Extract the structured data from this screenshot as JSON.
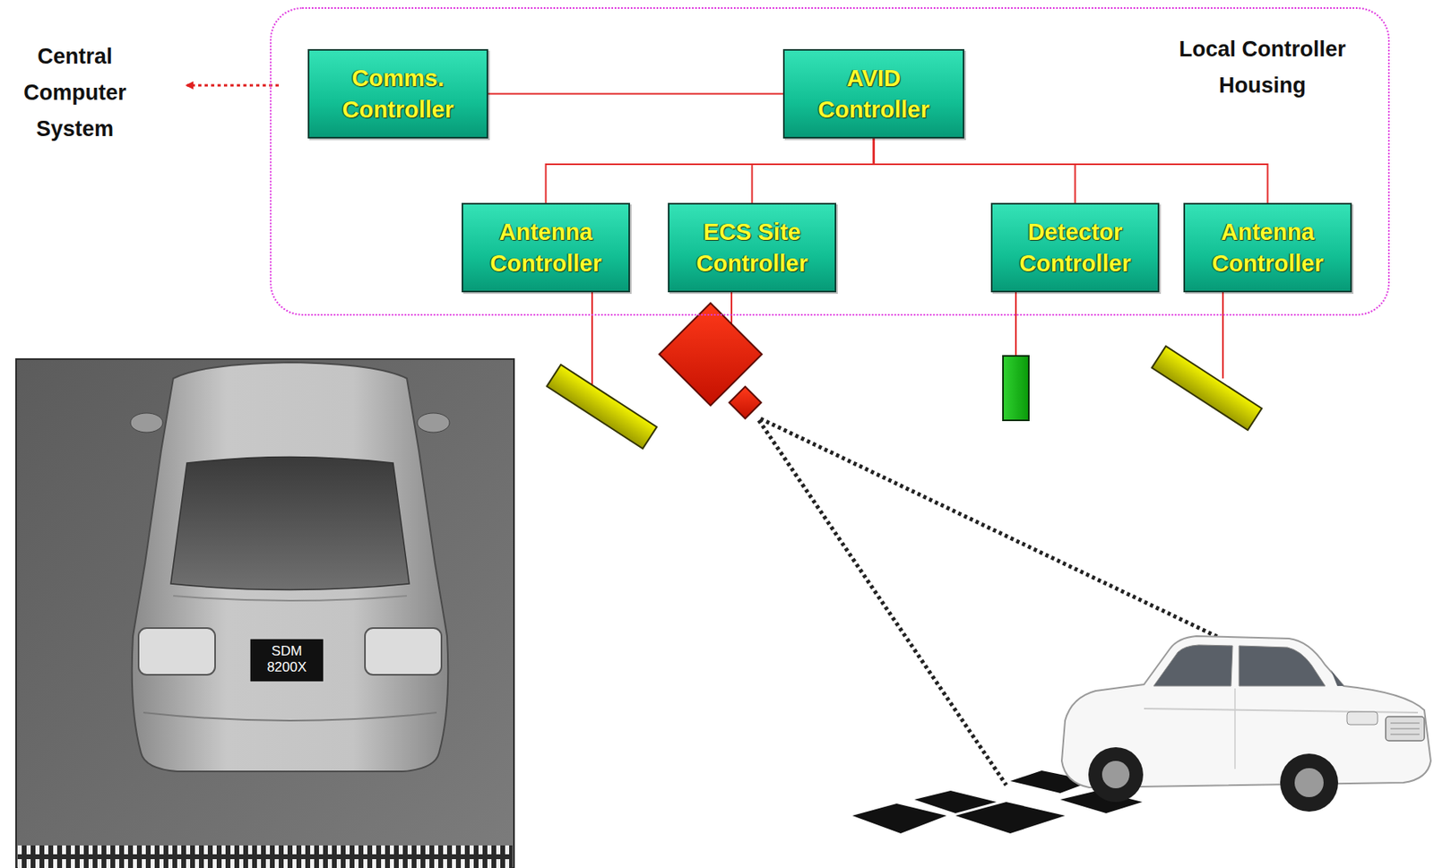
{
  "diagram": {
    "nodes": [
      {
        "text": [
          "Local Controller Housing"
        ]
      },
      {
        "text": [
          "Comms. Controller"
        ],
        "in": 0
      },
      {
        "text": [
          "AVID Controller"
        ],
        "in": 0
      },
      {
        "text": [
          "Antenna Controller"
        ],
        "in": 0
      },
      {
        "text": [
          "ECS Site Controller"
        ],
        "in": 0
      },
      {
        "text": [
          "Detector Controller"
        ],
        "in": 0
      },
      {
        "text": [
          "Antenna Controller"
        ],
        "in": 0
      }
    ],
    "edges": [
      {
        "from": 1,
        "to": 2,
        "arrow": "none"
      },
      {
        "from": 2,
        "to": 3,
        "arrow": "none"
      },
      {
        "from": 2,
        "to": 4,
        "arrow": "none"
      },
      {
        "from": 2,
        "to": 5,
        "arrow": "none"
      },
      {
        "from": 2,
        "to": 6,
        "arrow": "none"
      }
    ],
    "labels": [
      "Central Computer System",
      "SDM 8200X"
    ]
  }
}
